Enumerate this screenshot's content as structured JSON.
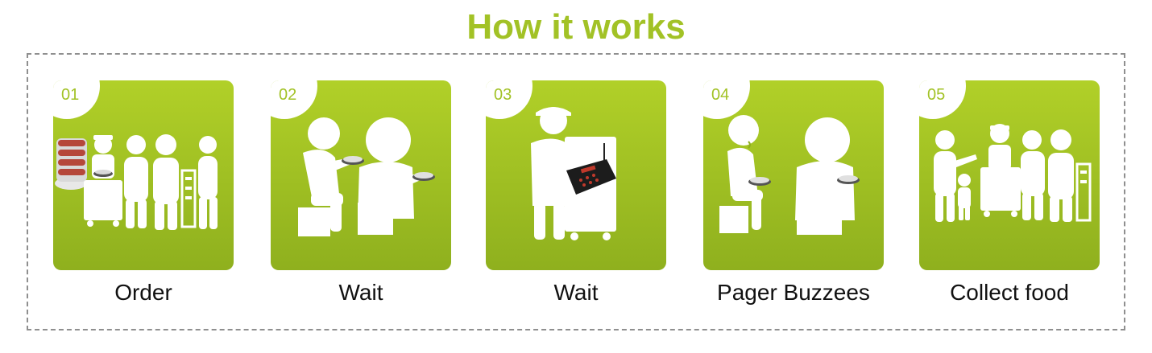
{
  "title": "How it works",
  "colors": {
    "title": "#a2c226",
    "tile_top": "#b1d028",
    "tile_bottom": "#8fb01e",
    "figure": "#ffffff",
    "badge_text": "#a2c226",
    "frame": "#8f8f8f"
  },
  "steps": [
    {
      "number": "01",
      "label": "Order",
      "icon": "order-counter-icon"
    },
    {
      "number": "02",
      "label": "Wait",
      "icon": "seated-customers-icon"
    },
    {
      "number": "03",
      "label": "Wait",
      "icon": "staff-transmitter-icon"
    },
    {
      "number": "04",
      "label": "Pager Buzzees",
      "icon": "pager-buzzing-icon"
    },
    {
      "number": "05",
      "label": "Collect food",
      "icon": "collect-food-icon"
    }
  ]
}
